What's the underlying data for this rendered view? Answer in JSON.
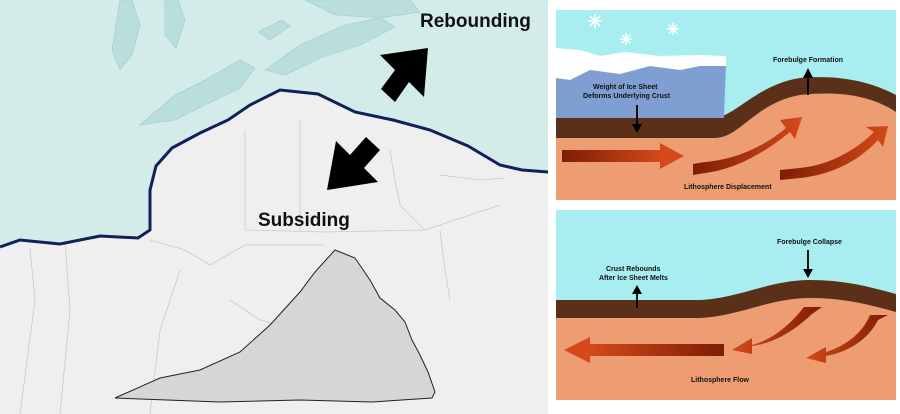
{
  "map": {
    "rebounding_label": "Rebounding",
    "subsiding_label": "Subsiding",
    "colors": {
      "ice_region": "#d3ecea",
      "land": "#efefef",
      "water": "#b9dedd",
      "ice_edge": "#12205a",
      "virginia": "#d6d6d6",
      "arrow": "#000000"
    }
  },
  "diagrams": {
    "top": {
      "weight_label_1": "Weight of Ice Sheet",
      "weight_label_2": "Deforms Underlying Crust",
      "forebulge_label": "Forebulge Formation",
      "flow_label": "Lithosphere Displacement"
    },
    "bottom": {
      "rebound_label_1": "Crust Rebounds",
      "rebound_label_2": "After Ice Sheet Melts",
      "collapse_label": "Forebulge Collapse",
      "flow_label": "Lithosphere Flow"
    },
    "colors": {
      "sky": "#a8eef0",
      "ice": "#7f9fd2",
      "snow": "#ffffff",
      "crust": "#5a3118",
      "mantle": "#ee9c72",
      "flow_arrow": "#c13a12"
    }
  }
}
